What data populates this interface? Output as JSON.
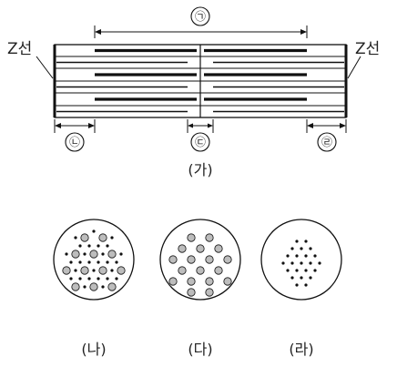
{
  "figure": {
    "labels": {
      "z_line_left": "Z선",
      "z_line_right": "Z선",
      "a": "㉠",
      "b": "㉡",
      "c": "㉢",
      "d": "㉣"
    },
    "panels": {
      "ga": "(가)",
      "na": "(나)",
      "da": "(다)",
      "ra": "(라)"
    },
    "colors": {
      "stroke": "#111111",
      "dot_fill": "#bdbdbd"
    }
  }
}
